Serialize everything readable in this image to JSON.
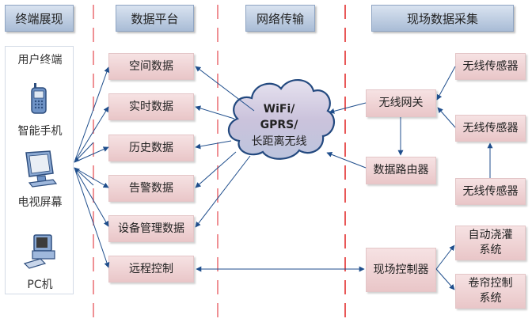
{
  "columns": {
    "terminal": "终端展现",
    "platform": "数据平台",
    "network": "网络传输",
    "field": "现场数据采集"
  },
  "terminal_panel": {
    "title": "用户终端",
    "devices": [
      {
        "label": "智能手机",
        "icon": "mobile-phone-icon"
      },
      {
        "label": "电视屏幕",
        "icon": "monitor-icon"
      },
      {
        "label": "PC机",
        "icon": "desktop-pc-icon"
      }
    ]
  },
  "platform_items": [
    "空间数据",
    "实时数据",
    "历史数据",
    "告警数据",
    "设备管理数据",
    "远程控制"
  ],
  "network": {
    "line1": "WiFi/",
    "line2": "GPRS/",
    "line3": "长距离无线"
  },
  "field": {
    "gateway": "无线网关",
    "router": "数据路由器",
    "sensors": [
      "无线传感器",
      "无线传感器",
      "无线传感器"
    ],
    "controller": "现场控制器",
    "systems": [
      {
        "line1": "自动浇灌",
        "line2": "系统"
      },
      {
        "line1": "卷帘控制",
        "line2": "系统"
      }
    ]
  },
  "colors": {
    "arrow": "#1f4e8c",
    "divider": "#e8474c",
    "header_fill": "#b8c8de",
    "box_fill": "#efd3d5"
  }
}
